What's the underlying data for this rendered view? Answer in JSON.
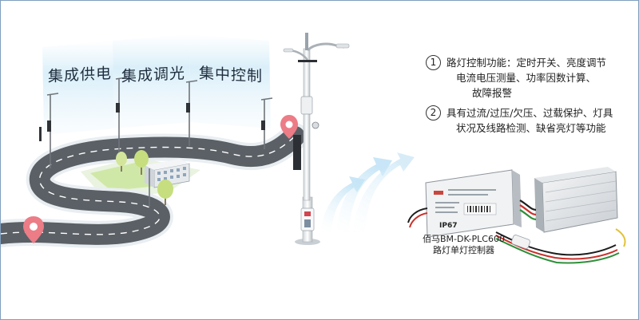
{
  "banners": [
    "集成供电",
    "集成调光",
    "集中控制"
  ],
  "features": [
    {
      "num": "1",
      "lines": [
        "路灯控制功能：定时开关、亮度调节",
        "电流电压测量、功率因数计算、",
        "故障报警"
      ]
    },
    {
      "num": "2",
      "lines": [
        "具有过流/过压/欠压、过载保护、灯具",
        "状况及线路检测、缺省亮灯等功能"
      ]
    }
  ],
  "device": {
    "ip_label": "IP67",
    "caption_line1": "佰马BM-DK-PLC600",
    "caption_line2": "路灯单灯控制器"
  },
  "colors": {
    "road": "#5b6066",
    "road_edge": "#eef1f4",
    "pin": "#e8727c",
    "grass": "#cfe8a8",
    "arrow": "#d6ecf8"
  }
}
